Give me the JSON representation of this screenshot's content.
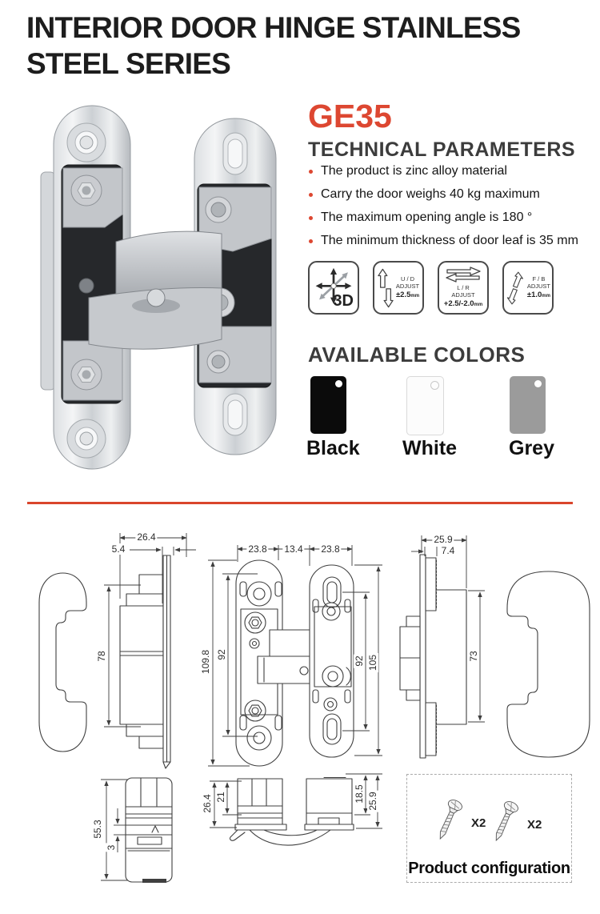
{
  "theme": {
    "accent": "#d9452c"
  },
  "header": {
    "title": "INTERIOR DOOR HINGE STAINLESS STEEL SERIES"
  },
  "product": {
    "model": "GE35"
  },
  "technical": {
    "heading": "TECHNICAL PARAMETERS",
    "bullets": [
      "The product is zinc alloy material",
      "Carry the door weighs 40 kg maximum",
      "The maximum opening angle is 180 °",
      "The minimum thickness of door leaf is 35 mm"
    ]
  },
  "adjustability": [
    {
      "icon": "3d-axes-arrows-icon",
      "label": "3D"
    },
    {
      "icon": "up-down-arrows-icon",
      "axis": "U / D",
      "action": "ADJUST",
      "value": "±2.5",
      "unit": "mm"
    },
    {
      "icon": "left-right-arrows-icon",
      "axis": "L / R",
      "action": "ADJUST",
      "value": "+2.5/-2.0",
      "unit": "mm"
    },
    {
      "icon": "front-back-arrows-icon",
      "axis": "F / B",
      "action": "ADJUST",
      "value": "±1.0",
      "unit": "mm"
    }
  ],
  "colors": {
    "heading": "AVAILABLE COLORS",
    "swatches": [
      {
        "label": "Black",
        "hex": "#0b0b0b"
      },
      {
        "label": "White",
        "hex": "#fcfcfc"
      },
      {
        "label": "Grey",
        "hex": "#9b9b9b"
      }
    ]
  },
  "drawings": {
    "side_view_left": {
      "overall_width": "26.4",
      "plate_thickness": "5.4",
      "body_height": "78"
    },
    "front_view": {
      "left_plate_width": "23.8",
      "center_width": "13.4",
      "right_plate_width": "23.8",
      "left_overall_height": "109.8",
      "left_hole_span": "92",
      "right_hole_span": "92",
      "right_overall_height": "105"
    },
    "side_view_right": {
      "overall_width": "25.9",
      "plate_offset": "7.4",
      "body_height": "73"
    },
    "cup_side_view": {
      "overall_height": "55.3",
      "gap": "3"
    },
    "cup_top_view": {
      "left_overall_depth": "26.4",
      "left_cup_depth": "21",
      "right_cup_depth": "18.5",
      "right_overall_depth": "25.9"
    }
  },
  "configuration": {
    "heading": "Product configuration",
    "items": [
      {
        "icon": "screw-icon",
        "quantity": "X2"
      },
      {
        "icon": "screw-icon",
        "quantity": "X2"
      }
    ]
  }
}
